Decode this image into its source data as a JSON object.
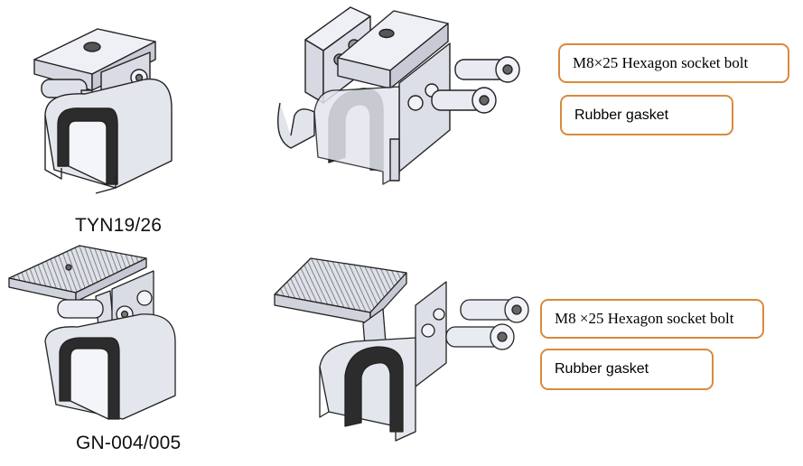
{
  "products": [
    {
      "model": "TYN19/26",
      "callouts": {
        "bolt": "M8×25 Hexagon socket bolt",
        "gasket": "Rubber gasket"
      }
    },
    {
      "model": "GN-004/005",
      "callouts": {
        "bolt": "M8 ×25 Hexagon socket bolt",
        "gasket": "Rubber gasket"
      }
    }
  ],
  "colors": {
    "callout_border": "#d98a3c",
    "metal": "#e6e7ef",
    "gasket": "#2c2c2c"
  }
}
